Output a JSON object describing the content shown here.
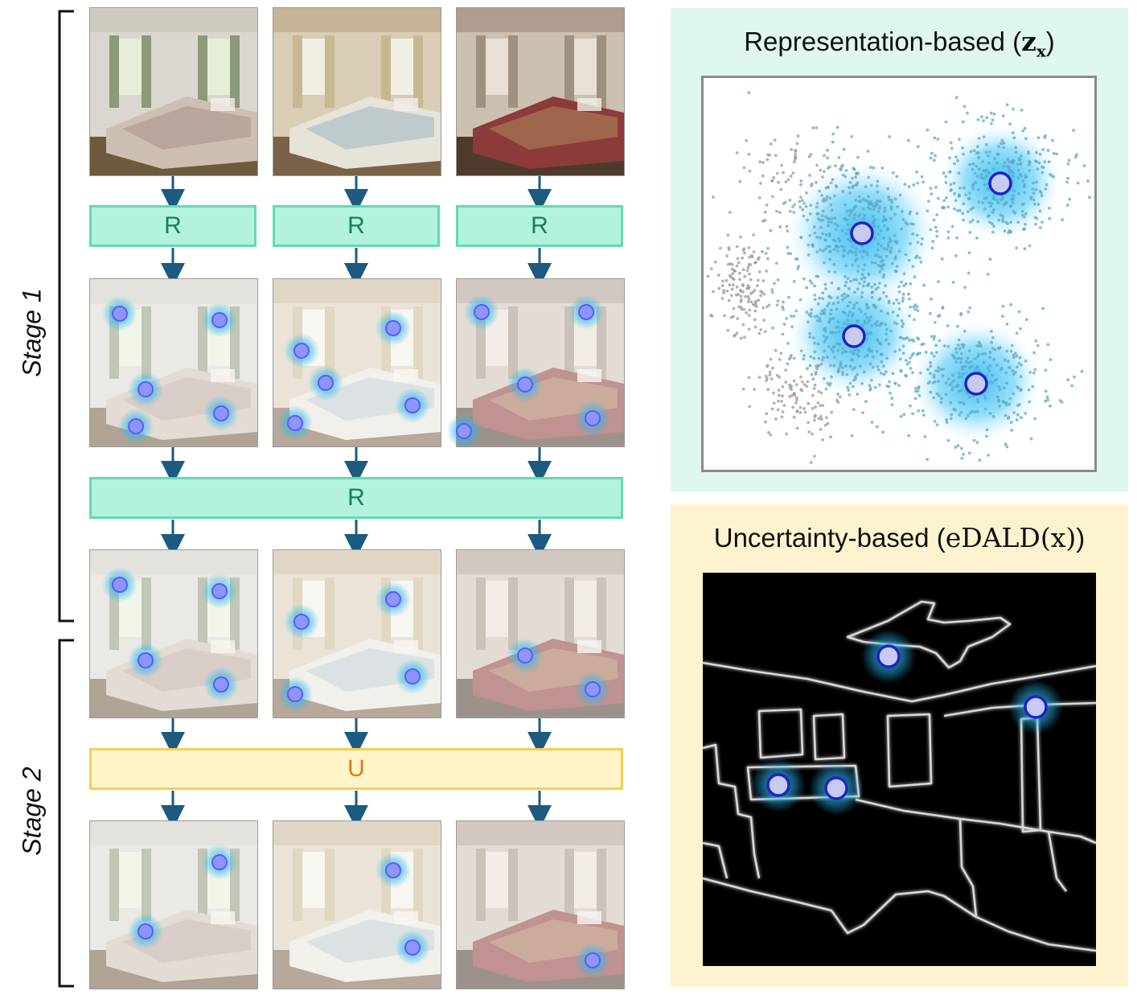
{
  "bar_label_r": "R",
  "bar_label_u": "U",
  "stage1_label": "Stage 1",
  "stage2_label": "Stage 2",
  "rep_panel": {
    "title_text": "Representation-based (",
    "title_math": "z",
    "title_sub": "x",
    "title_close": ")"
  },
  "unc_panel": {
    "title_text": "Uncertainty-based (",
    "title_math": "eDALD(x)",
    "title_close": ")"
  },
  "colors": {
    "r_fill": "#b3f2dd",
    "r_border": "#64d9b3",
    "u_fill": "#fff5c8",
    "u_border": "#f2cf52",
    "rep_bg": "#dff7f0",
    "unc_bg": "#fdf4cf",
    "point": "#c6cbf3",
    "point_border": "#1f22c8",
    "glow": "#2ab7f0"
  }
}
